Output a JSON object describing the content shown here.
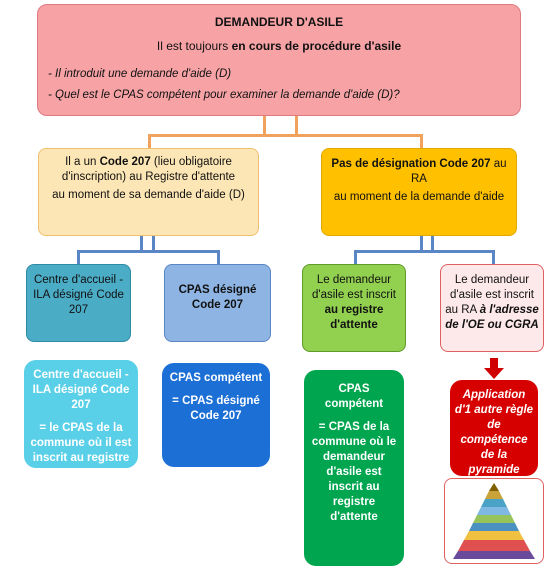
{
  "top": {
    "title": "DEMANDEUR D'ASILE",
    "line2_a": "Il est toujours ",
    "line2_b": "en cours de procédure d'asile",
    "bullet1": "- Il introduit une demande d'aide (D)",
    "bullet2": "- Quel est le CPAS compétent pour examiner la demande d'aide (D)?"
  },
  "left_mid": {
    "p1_a": "Il a un ",
    "p1_b": "Code 207",
    "p1_c": " (lieu obligatoire d'inscription) au Registre d'attente",
    "p2": "au moment de sa demande d'aide (D)"
  },
  "right_mid": {
    "p1_a": "Pas de désignation Code 207",
    "p1_b": " au RA",
    "p2": "au moment de la demande d'aide"
  },
  "row3": {
    "c1": "Centre d'accueil - ILA désigné Code 207",
    "c2": "CPAS désigné Code 207",
    "c3_a": "Le demandeur d'asile est inscrit ",
    "c3_b": "au ",
    "c3_c": "registre d'attente",
    "c4_a": "Le demandeur d'asile est inscrit au RA ",
    "c4_b": "à l'",
    "c4_c": "adresse de l'OE ou CGRA"
  },
  "row4": {
    "c1_a": "Centre d'accueil - ILA désigné Code 207",
    "c1_b": "= le CPAS de la commune où il est inscrit au registre",
    "c2_a": "CPAS compétent",
    "c2_b": "= CPAS désigné Code 207",
    "c3_a": "CPAS compétent",
    "c3_b": "= CPAS de la commune où le demandeur d'asile est inscrit au registre d'attente",
    "c4": "Application d'1 autre règle de compétence de la pyramide"
  },
  "colors": {
    "top": "#f7a3a6",
    "left_mid": "#fde6b5",
    "right_mid": "#ffc000",
    "teal": "#4bacc6",
    "light_blue": "#8db4e2",
    "light_green": "#92d050",
    "pink": "#fde9ea",
    "cyan": "#5ad0e8",
    "blue": "#1c6fd4",
    "green": "#00a550",
    "red": "#d60000",
    "connector_orange": "#f1a25f",
    "connector_blue": "#5a86c5",
    "arrow": "#d00000"
  },
  "icons": [
    "arrow-down-icon",
    "pyramid-icon"
  ]
}
